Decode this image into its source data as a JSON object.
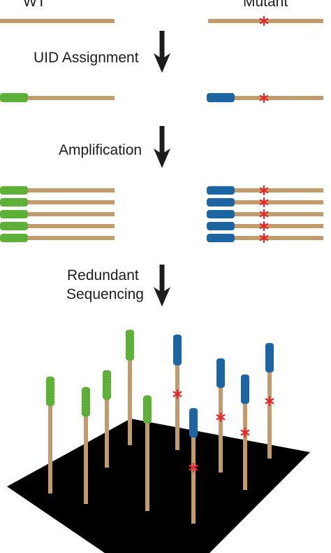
{
  "labels": {
    "wt": "WT",
    "mutant": "Mutant",
    "step1": "UID Assignment",
    "step2": "Amplification",
    "step3_line1": "Redundant",
    "step3_line2": "Sequencing"
  },
  "colors": {
    "strand": "#c39a6b",
    "wt_uid": "#6cc042",
    "mutant_uid": "#2170b2",
    "mutation": "#e8262b",
    "arrow": "#1c1c1c",
    "flow_cell": "#000000"
  },
  "flow_cell": {
    "wt_molecules": 5,
    "mutant_molecules": 5
  }
}
